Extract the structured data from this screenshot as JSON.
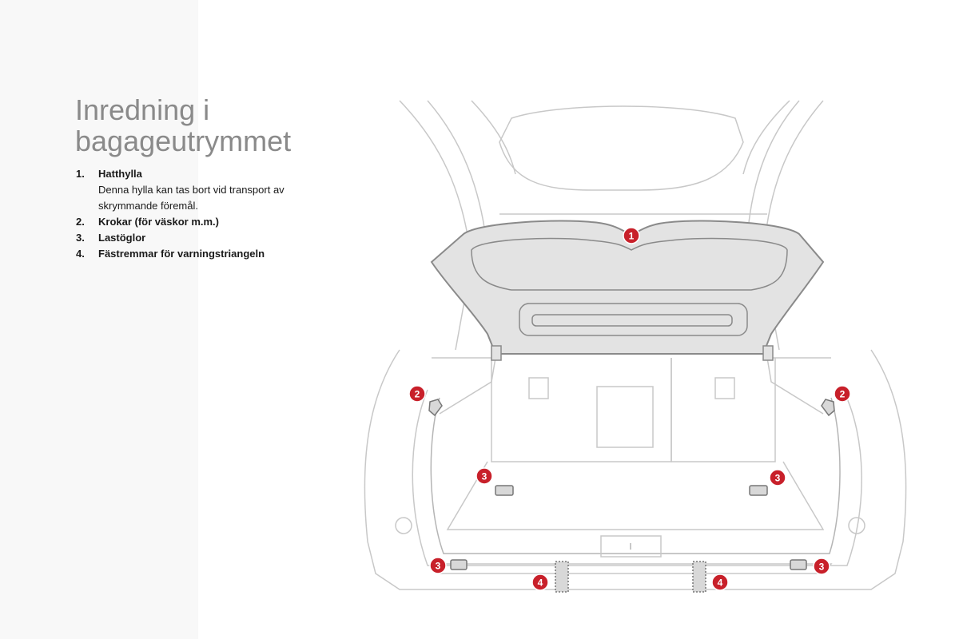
{
  "title": "Inredning i bagageutrymmet",
  "items": [
    {
      "number": "1.",
      "label": "Hatthylla",
      "description": "Denna hylla kan tas bort vid transport av skrymmande föremål."
    },
    {
      "number": "2.",
      "label": "Krokar (för väskor m.m.)"
    },
    {
      "number": "3.",
      "label": "Lastöglor"
    },
    {
      "number": "4.",
      "label": "Fästremmar för varningstriangeln"
    }
  ],
  "callouts": [
    "1",
    "2",
    "2",
    "3",
    "3",
    "3",
    "3",
    "4",
    "4"
  ],
  "colors": {
    "title": "#8a8a8a",
    "callout": "#c8202a",
    "shelf": "#e3e3e3",
    "line": "#c8c8c8"
  }
}
